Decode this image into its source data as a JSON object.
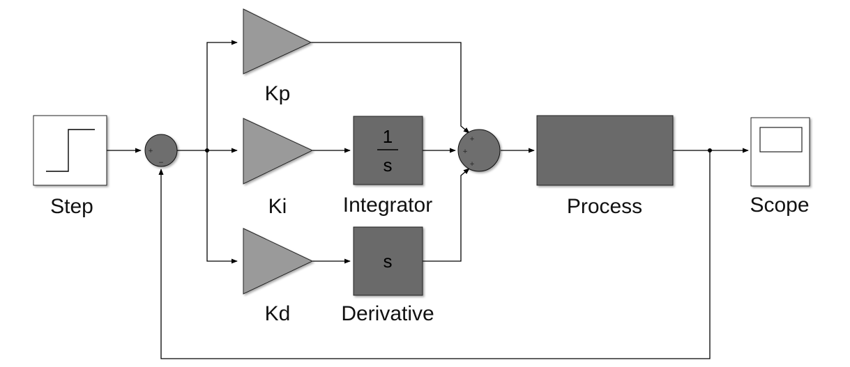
{
  "blocks": {
    "step": {
      "label": "Step"
    },
    "kp": {
      "label": "Kp"
    },
    "ki": {
      "label": "Ki"
    },
    "kd": {
      "label": "Kd"
    },
    "integrator": {
      "label": "Integrator",
      "numerator": "1",
      "denominator": "s"
    },
    "derivative": {
      "label": "Derivative",
      "text": "s"
    },
    "process": {
      "label": "Process"
    },
    "scope": {
      "label": "Scope"
    }
  },
  "sum_error": {
    "signs": [
      "+",
      "−"
    ]
  },
  "sum_output": {
    "signs": [
      "+",
      "+",
      "+"
    ]
  },
  "colors": {
    "gain_fill": "#9a9a9a",
    "block_fill": "#6b6b6b",
    "sum_fill": "#6e6e6e",
    "source_fill": "#ffffff",
    "wire": "#000000"
  }
}
